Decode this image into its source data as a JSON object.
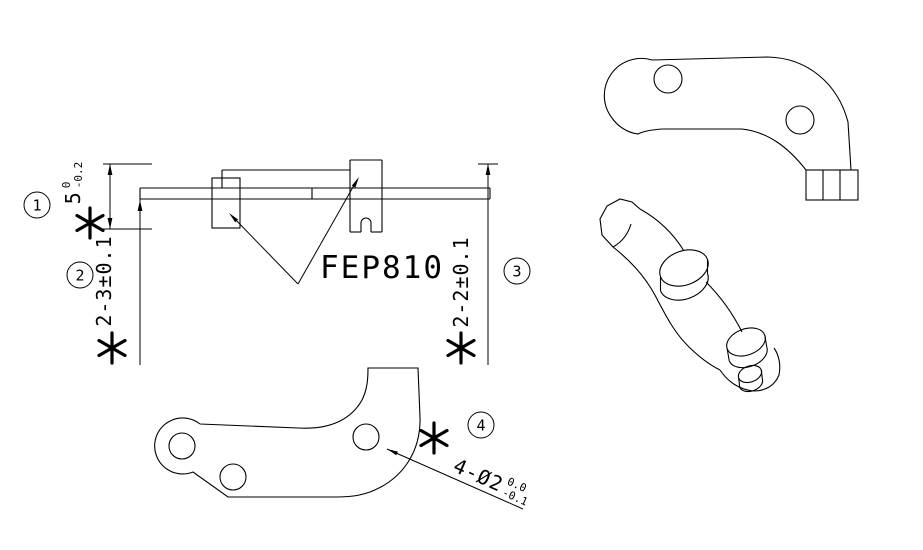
{
  "colors": {
    "line": "#000000",
    "background": "#ffffff"
  },
  "icons": {
    "asterisk": "✱"
  },
  "balloons": [
    {
      "label": "1"
    },
    {
      "label": "2"
    },
    {
      "label": "3"
    },
    {
      "label": "4"
    }
  ],
  "dimensions": {
    "height": {
      "value": "5",
      "tol_upper": "0",
      "tol_lower": "-0.2"
    },
    "left_stack": {
      "text": "2-3±0.1"
    },
    "right_stack": {
      "text": "2-2±0.1"
    },
    "holes": {
      "prefix": "4-Ø2",
      "tol_upper": "0.0",
      "tol_lower": "-0.1"
    }
  },
  "labels": {
    "material": "FEP810"
  }
}
